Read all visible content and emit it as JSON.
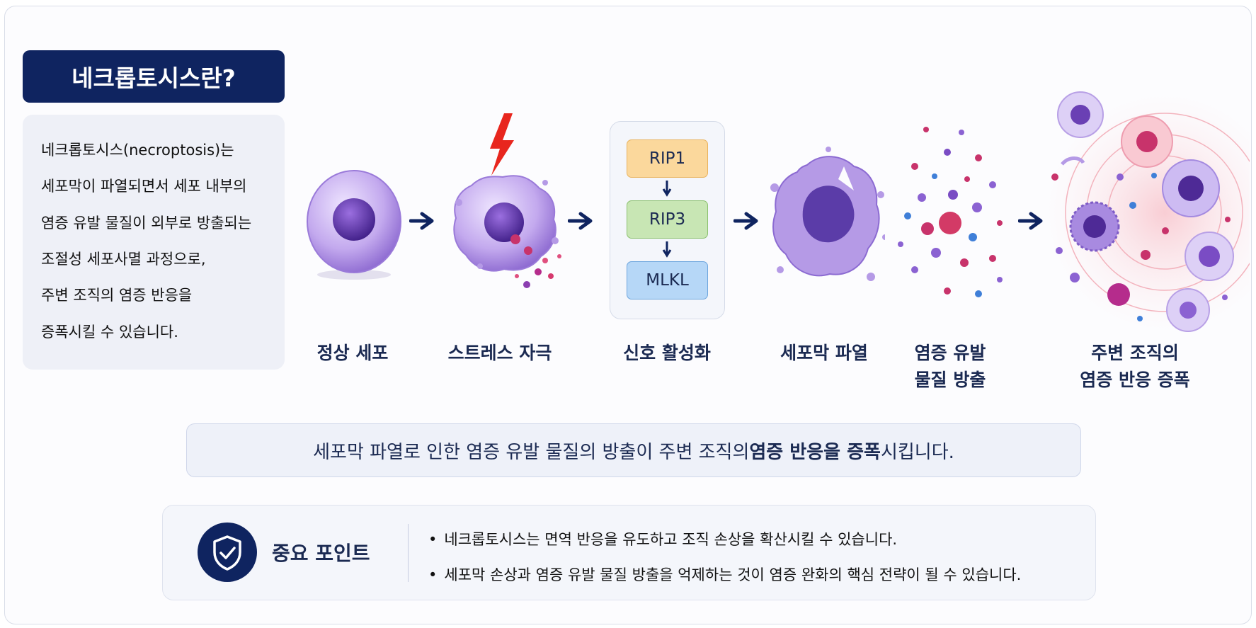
{
  "title": "네크롭토시스란?",
  "description_lines": [
    "네크롭토시스(necroptosis)는",
    "세포막이 파열되면서 세포 내부의",
    "염증 유발 물질이 외부로 방출되는",
    "조절성 세포사멸 과정으로,",
    "주변 조직의 염증 반응을",
    "증폭시킬 수 있습니다."
  ],
  "stages": {
    "normal_cell": "정상 세포",
    "stress": "스트레스 자극",
    "signal": "신호 활성화",
    "rupture": "세포막 파열",
    "release_line1": "염증 유발",
    "release_line2": "물질 방출",
    "amplify_line1": "주변 조직의",
    "amplify_line2": "염증 반응 증폭"
  },
  "pathway": {
    "step1": "RIP1",
    "step2": "RIP3",
    "step3": "MLKL"
  },
  "summary": {
    "prefix": "세포막 파열로 인한 염증 유발 물질의 방출이 주변 조직의 ",
    "emphasis": "염증 반응을 증폭",
    "suffix": "시킵니다."
  },
  "key_points": {
    "title": "중요 포인트",
    "icon": "shield-check-icon",
    "items": [
      "네크롭토시스는 면역 반응을 유도하고 조직 손상을 확산시킬 수 있습니다.",
      "세포막 손상과 염증 유발 물질 방출을 억제하는 것이 염증 완화의 핵심 전략이 될 수 있습니다."
    ]
  },
  "colors": {
    "navy": "#0f2460",
    "cell_purple": "#b59ae6",
    "nucleus": "#5a32a3",
    "lightning": "#e8261e",
    "rip1": "#fbd89c",
    "rip3": "#c8e6b4",
    "mlkl": "#b6d7f7"
  }
}
